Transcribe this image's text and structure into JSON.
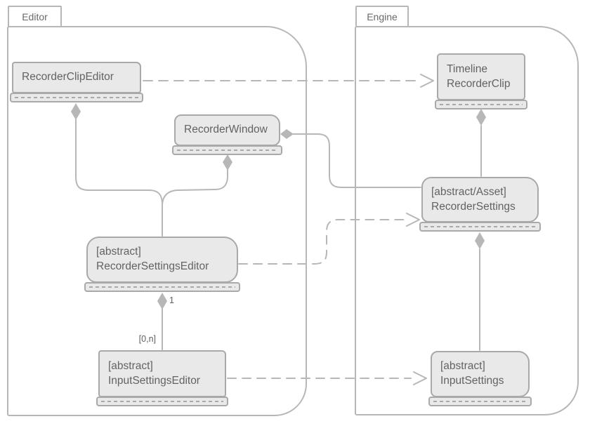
{
  "packages": {
    "editor": {
      "label": "Editor",
      "classes": {
        "recorder_clip_editor": {
          "line1": "RecorderClipEditor"
        },
        "recorder_window": {
          "line1": "RecorderWindow"
        },
        "recorder_settings_editor": {
          "line1": "[abstract]",
          "line2": "RecorderSettingsEditor"
        },
        "input_settings_editor": {
          "line1": "[abstract]",
          "line2": "InputSettingsEditor"
        }
      }
    },
    "engine": {
      "label": "Engine",
      "classes": {
        "timeline_recorder_clip": {
          "line1": "Timeline",
          "line2": "RecorderClip"
        },
        "recorder_settings": {
          "line1": "[abstract/Asset]",
          "line2": "RecorderSettings"
        },
        "input_settings": {
          "line1": "[abstract]",
          "line2": "InputSettings"
        }
      }
    }
  },
  "relations": [
    {
      "from": "RecorderClipEditor",
      "to": "TimelineRecorderClip",
      "type": "dependency-dashed-open-arrow"
    },
    {
      "from": "RecorderClipEditor",
      "to": "RecorderSettingsEditor",
      "type": "composition-diamond"
    },
    {
      "from": "RecorderWindow",
      "to": "RecorderSettingsEditor",
      "type": "composition-diamond"
    },
    {
      "from": "RecorderWindow",
      "to": "RecorderSettings",
      "type": "composition-diamond"
    },
    {
      "from": "RecorderSettingsEditor",
      "to": "RecorderSettings",
      "type": "dependency-dashed-open-arrow"
    },
    {
      "from": "RecorderSettingsEditor",
      "to": "InputSettingsEditor",
      "type": "composition-diamond",
      "from_label": "1",
      "to_label": "[0,n]"
    },
    {
      "from": "InputSettingsEditor",
      "to": "InputSettings",
      "type": "dependency-dashed-open-arrow"
    },
    {
      "from": "TimelineRecorderClip",
      "to": "RecorderSettings",
      "type": "composition-diamond"
    },
    {
      "from": "RecorderSettings",
      "to": "InputSettings",
      "type": "composition-diamond"
    }
  ],
  "colors": {
    "line": "#b7b7b7",
    "box_fill": "#e9e9e9",
    "box_border": "#a9a9a9",
    "text": "#636363",
    "background": "#ffffff"
  }
}
